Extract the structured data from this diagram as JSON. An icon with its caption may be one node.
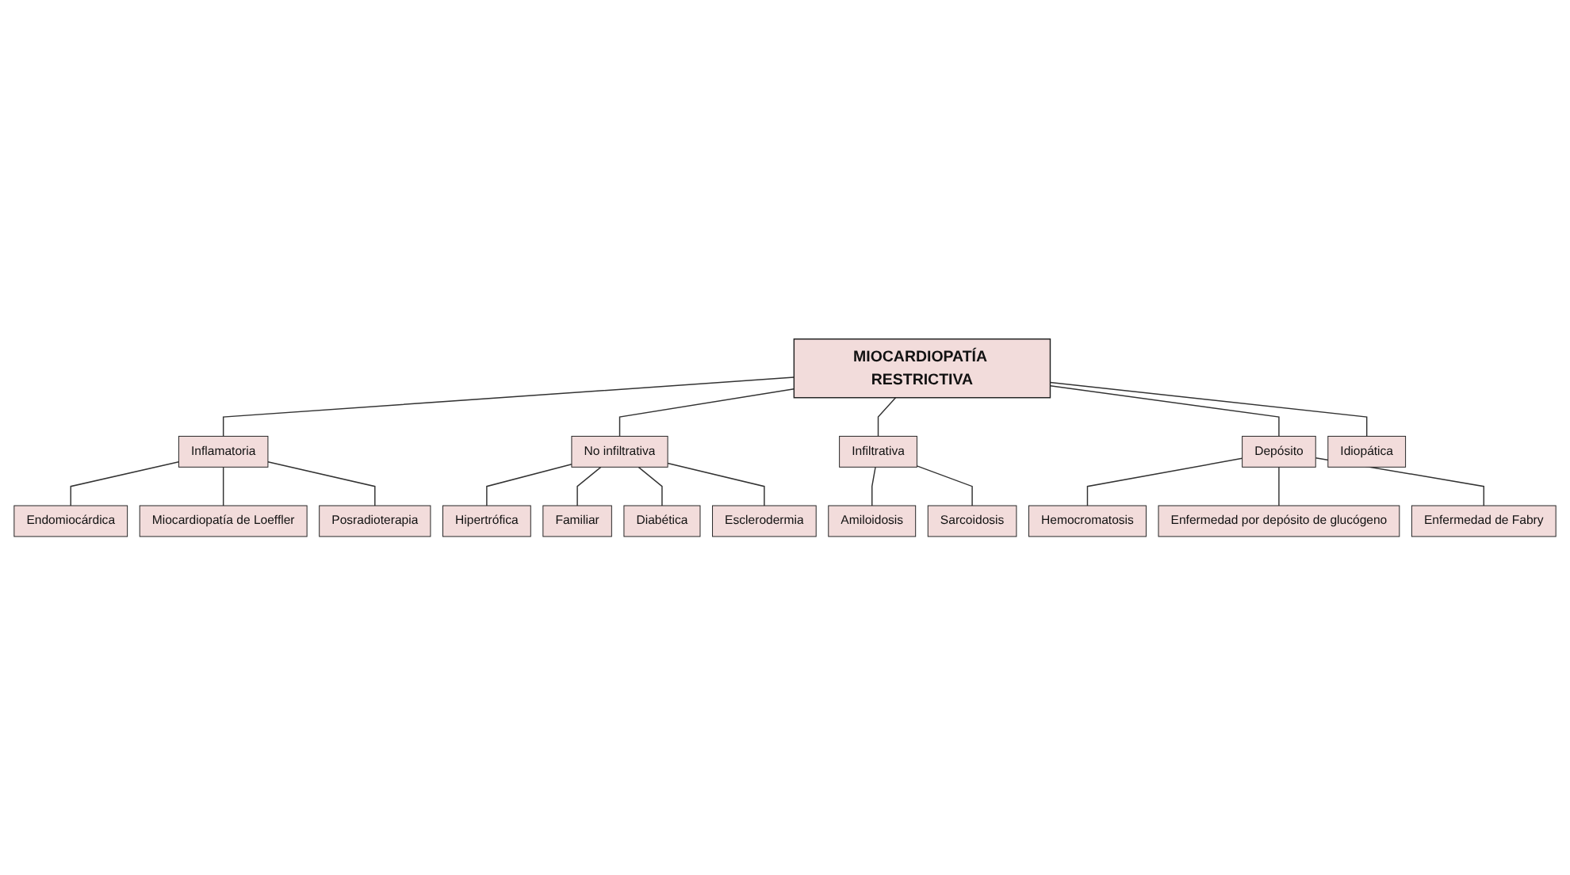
{
  "diagram": {
    "nodes": [
      {
        "text": [
          "MIOCARDIOPATÍA RESTRICTIVA"
        ]
      },
      {
        "text": [
          "Inflamatoria"
        ]
      },
      {
        "text": [
          "No infiltrativa"
        ]
      },
      {
        "text": [
          "Infiltrativa"
        ]
      },
      {
        "text": [
          "Depósito"
        ]
      },
      {
        "text": [
          "Idiopática"
        ]
      },
      {
        "text": [
          "Endomiocárdica"
        ]
      },
      {
        "text": [
          "Miocardiopatía de Loeffler"
        ]
      },
      {
        "text": [
          "Posradioterapia"
        ]
      },
      {
        "text": [
          "Hipertrófica"
        ]
      },
      {
        "text": [
          "Familiar"
        ]
      },
      {
        "text": [
          "Diabética"
        ]
      },
      {
        "text": [
          "Esclerodermia"
        ]
      },
      {
        "text": [
          "Amiloidosis"
        ]
      },
      {
        "text": [
          "Sarcoidosis"
        ]
      },
      {
        "text": [
          "Hemocromatosis"
        ]
      },
      {
        "text": [
          "Enfermedad por depósito de glucógeno"
        ]
      },
      {
        "text": [
          "Enfermedad de Fabry"
        ]
      }
    ],
    "edges": [
      {
        "from": 0,
        "to": 1,
        "arrow": "none"
      },
      {
        "from": 0,
        "to": 2,
        "arrow": "none"
      },
      {
        "from": 0,
        "to": 3,
        "arrow": "none"
      },
      {
        "from": 0,
        "to": 4,
        "arrow": "none"
      },
      {
        "from": 0,
        "to": 5,
        "arrow": "none"
      },
      {
        "from": 1,
        "to": 6,
        "arrow": "none"
      },
      {
        "from": 1,
        "to": 7,
        "arrow": "none"
      },
      {
        "from": 1,
        "to": 8,
        "arrow": "none"
      },
      {
        "from": 2,
        "to": 9,
        "arrow": "none"
      },
      {
        "from": 2,
        "to": 10,
        "arrow": "none"
      },
      {
        "from": 2,
        "to": 11,
        "arrow": "none"
      },
      {
        "from": 2,
        "to": 12,
        "arrow": "none"
      },
      {
        "from": 3,
        "to": 13,
        "arrow": "none"
      },
      {
        "from": 3,
        "to": 14,
        "arrow": "none"
      },
      {
        "from": 4,
        "to": 15,
        "arrow": "none"
      },
      {
        "from": 4,
        "to": 16,
        "arrow": "none"
      },
      {
        "from": 4,
        "to": 17,
        "arrow": "none"
      }
    ]
  }
}
